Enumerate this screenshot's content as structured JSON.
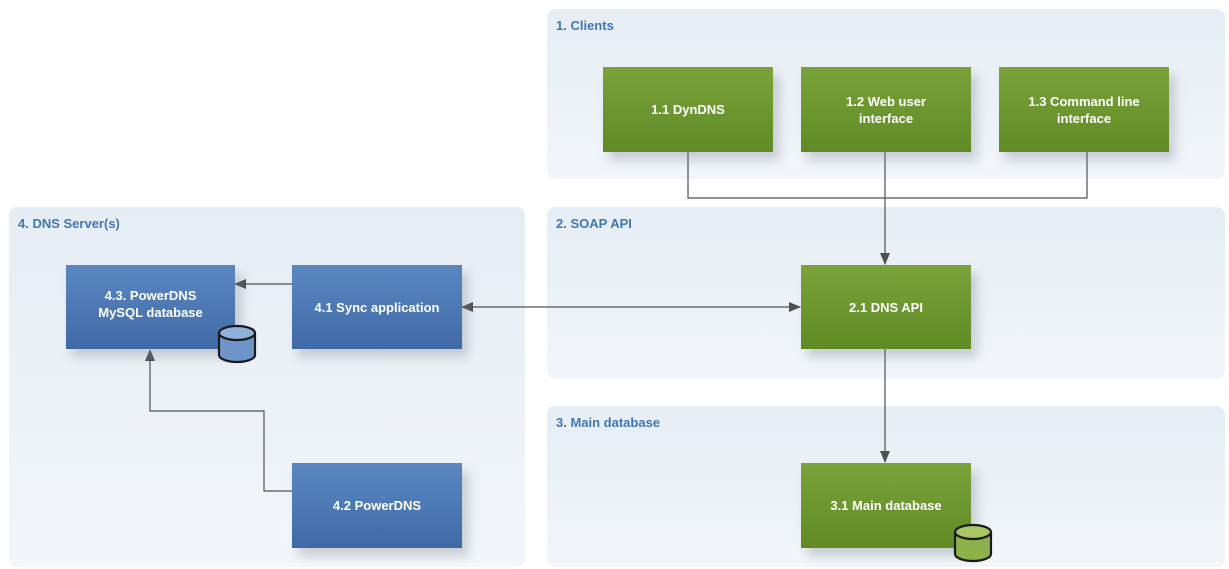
{
  "groups": {
    "clients": "1. Clients",
    "soap_api": "2. SOAP API",
    "main_database": "3. Main database",
    "dns_servers": "4. DNS Server(s)"
  },
  "nodes": {
    "dyndns": "1.1 DynDNS",
    "web_ui_line1": "1.2 Web user",
    "web_ui_line2": "interface",
    "cli_line1": "1.3 Command line",
    "cli_line2": "interface",
    "dns_api": "2.1 DNS API",
    "main_db": "3.1 Main database",
    "sync_app": "4.1 Sync application",
    "powerdns": "4.2 PowerDNS",
    "powerdns_mysql_line1": "4.3. PowerDNS",
    "powerdns_mysql_line2": "MySQL database"
  },
  "colors": {
    "green_node": "#6b962e",
    "blue_node": "#4a77b4",
    "group_title": "#3f78b4",
    "group_bg": "#eaf0f6",
    "edge": "#505050"
  },
  "icons": {
    "database": "database-icon"
  }
}
